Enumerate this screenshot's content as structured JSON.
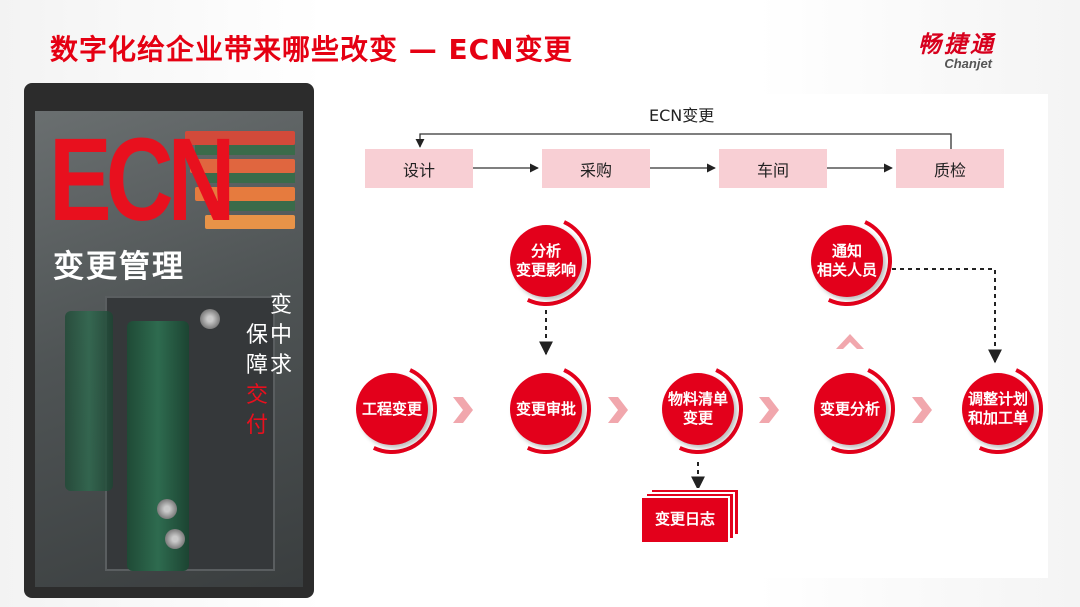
{
  "header": {
    "title": "数字化给企业带来哪些改变 — ECN变更",
    "logo_cn": "畅捷通",
    "logo_en": "Chanjet"
  },
  "phone": {
    "big_text": "ECN",
    "sub_text": "变更管理",
    "vertical_cols": [
      {
        "chars": [
          "变",
          "中",
          "求"
        ],
        "color": "#ffffff"
      },
      {
        "chars": [
          "保",
          "障",
          "交",
          "付"
        ],
        "color": "#ffffff",
        "red_from": 2
      }
    ]
  },
  "diagram": {
    "top_label": "ECN变更",
    "stages": [
      "设计",
      "采购",
      "车间",
      "质检"
    ],
    "nodes": {
      "analyze_impact": "分析\n变更影响",
      "notify": "通知\n相关人员",
      "eng_change": "工程变更",
      "approve": "变更审批",
      "bom": "物料清单\n变更",
      "change_analysis": "变更分析",
      "adjust_plan": "调整计划\n和加工单"
    },
    "log_label": "变更日志"
  },
  "colors": {
    "accent": "#e3001b",
    "stage_fill": "#f8cfd4",
    "chevron": "#f1a7ad"
  }
}
